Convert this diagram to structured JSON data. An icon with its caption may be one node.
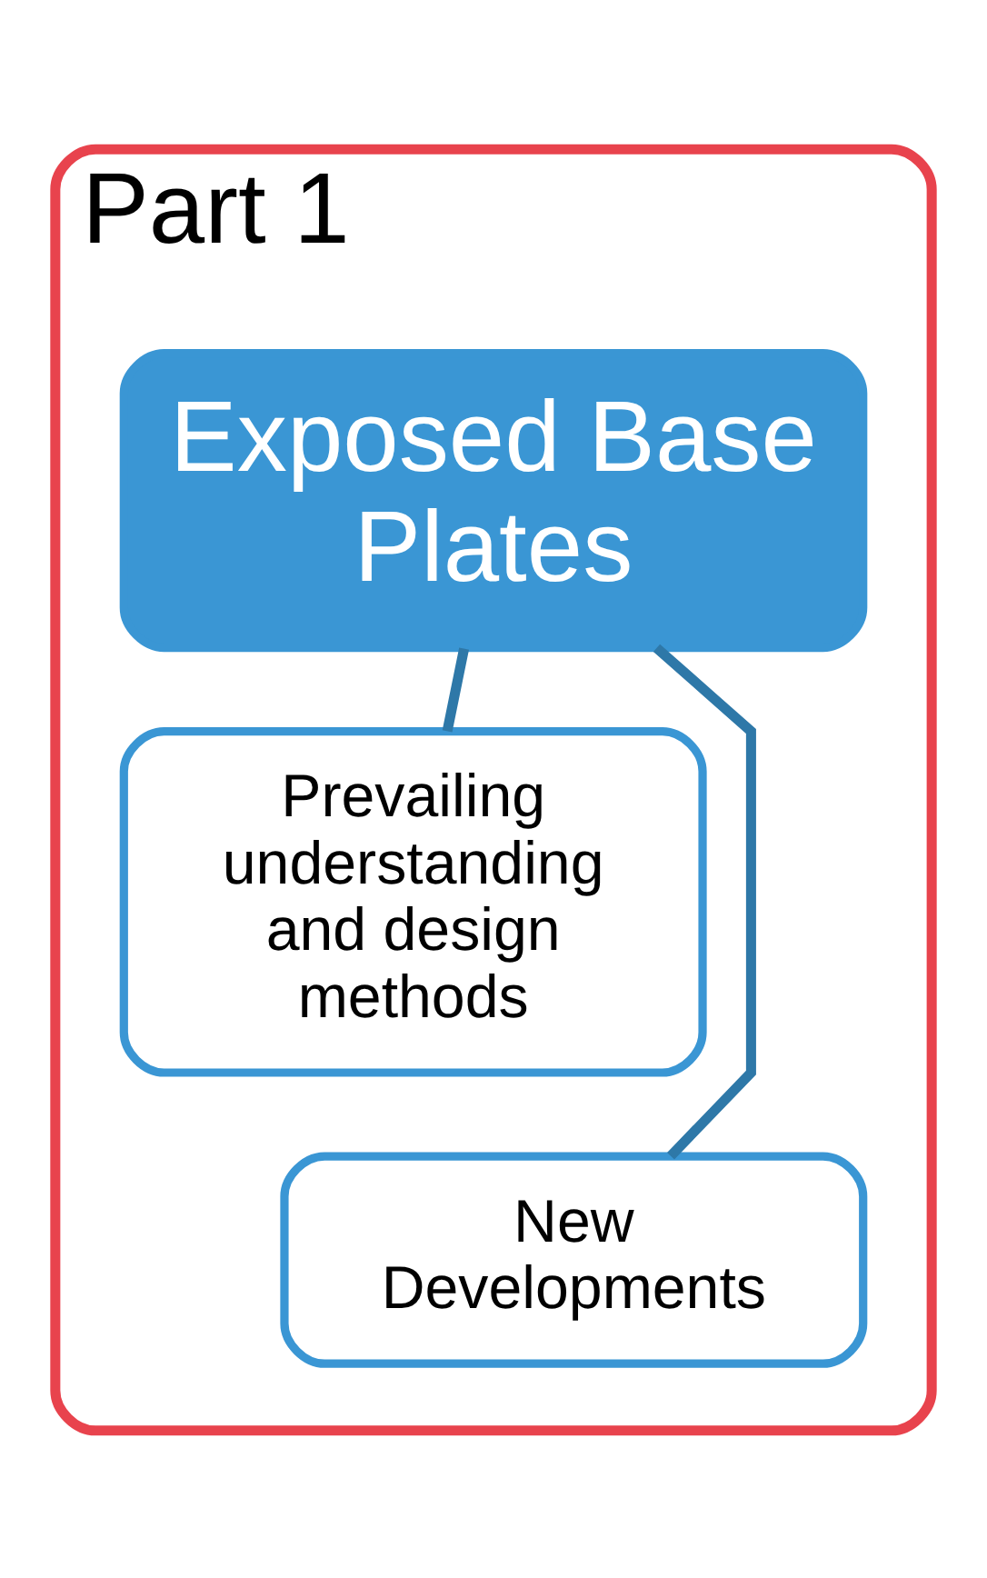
{
  "diagram": {
    "nodes": [
      {
        "text": [
          "Part 1"
        ]
      },
      {
        "text": [
          "Exposed Base Plates"
        ],
        "in": 0
      },
      {
        "text": [
          "Prevailing understanding and design methods"
        ],
        "in": 0
      },
      {
        "text": [
          "New Developments"
        ],
        "in": 0
      }
    ],
    "edges": [
      {
        "from": 1,
        "to": 2,
        "arrow": "none"
      },
      {
        "from": 1,
        "to": 3,
        "arrow": "none"
      }
    ]
  }
}
